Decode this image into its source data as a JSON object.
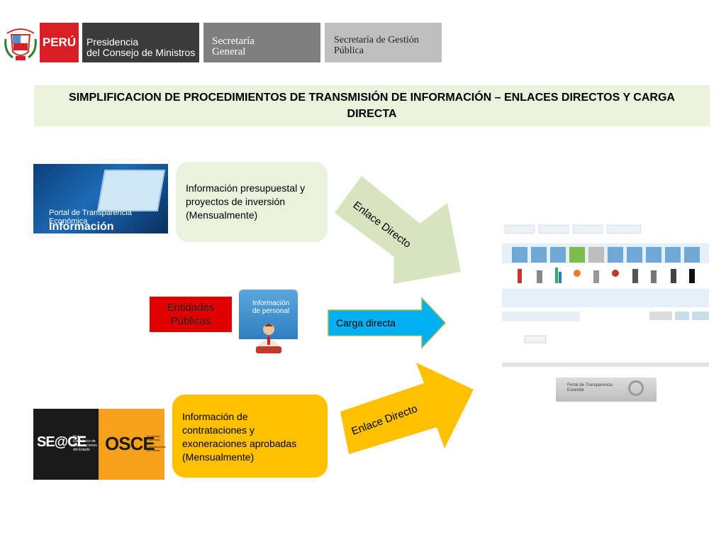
{
  "header": {
    "peru": "PERÚ",
    "pcm_line1": "Presidencia",
    "pcm_line2": "del Consejo de Ministros",
    "sg_line1": "Secretaría",
    "sg_line2": "General",
    "sgp_line1": "Secretaría de Gestión",
    "sgp_line2": "Pública"
  },
  "title": "SIMPLIFICACION DE PROCEDIMIENTOS  DE TRANSMISIÓN DE INFORMACIÓN – ENLACES  DIRECTOS Y CARGA DIRECTA",
  "portal_economica": {
    "line1": "Portal de Transparencia Económica",
    "line2": "Información Económica"
  },
  "box1": {
    "line1": "Información presupuestal y",
    "line2": "proyectos de inversión",
    "line3": "(Mensualmente)"
  },
  "entidades": {
    "line1": "Entidades",
    "line2": "Públicas"
  },
  "info_personal": {
    "line1": "Información",
    "line2": "de personal"
  },
  "box2": {
    "line1": "Información de",
    "line2": "contrataciones y",
    "line3": "exoneraciones aprobadas",
    "line4": "(Mensualmente)"
  },
  "arrows": {
    "top": "Enlace Directo",
    "middle": "Carga directa",
    "bottom": "Enlace Directo"
  },
  "seace": {
    "logo": "SE@CE",
    "caption": "Sistema Electrónico de Contrataciones del Estado"
  },
  "osce": {
    "logo": "OSCE",
    "caption": "Organismo Supervisor de las Contrataciones del Estado"
  },
  "portal_estandar": {
    "line1": "Portal de Transparencia",
    "line2": "Estandar"
  },
  "colors": {
    "peru_red": "#d81f26",
    "light_green": "#eaf1dd",
    "light_green_arrow": "#d7e4bd",
    "cyan_arrow": "#00b0f0",
    "yellow": "#ffc000"
  }
}
